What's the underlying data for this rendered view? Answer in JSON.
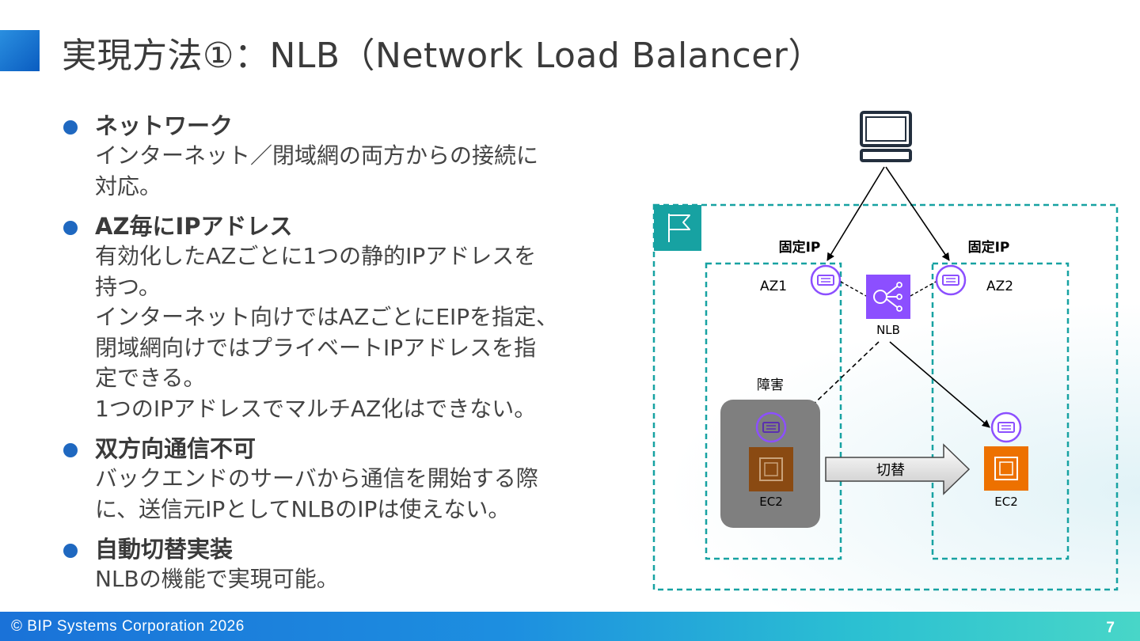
{
  "title": "実現方法①：NLB（Network Load Balancer）",
  "bullets": [
    {
      "heading": "ネットワーク",
      "lines": [
        "インターネット／閉域網の両方からの接続に",
        "対応。"
      ]
    },
    {
      "heading": "AZ毎にIPアドレス",
      "lines": [
        "有効化したAZごとに1つの静的IPアドレスを",
        "持つ。",
        "インターネット向けではAZごとにEIPを指定、",
        "閉域網向けではプライベートIPアドレスを指",
        "定できる。",
        "1つのIPアドレスでマルチAZ化はできない。"
      ]
    },
    {
      "heading": "双方向通信不可",
      "lines": [
        "バックエンドのサーバから通信を開始する際",
        "に、送信元IPとしてNLBのIPは使えない。"
      ]
    },
    {
      "heading": "自動切替実装",
      "lines": [
        "NLBの機能で実現可能。"
      ]
    }
  ],
  "diagram": {
    "fixed_ip_left": "固定IP",
    "fixed_ip_right": "固定IP",
    "az1": "AZ1",
    "az2": "AZ2",
    "nlb": "NLB",
    "failure": "障害",
    "ec2_left": "EC2",
    "ec2_right": "EC2",
    "switch": "切替",
    "icons": {
      "client": "computer-icon",
      "region": "region-flag-icon",
      "eni": "network-interface-icon",
      "nlb": "load-balancer-icon",
      "ec2": "ec2-instance-icon"
    }
  },
  "footer": {
    "copyright": "© BIP Systems Corporation 2026",
    "page": "7"
  },
  "colors": {
    "accent_blue": "#1f68c0",
    "teal": "#17a2a2",
    "purple": "#8c4fff",
    "ec2_orange": "#ed7100",
    "text": "#3a3a3a"
  }
}
